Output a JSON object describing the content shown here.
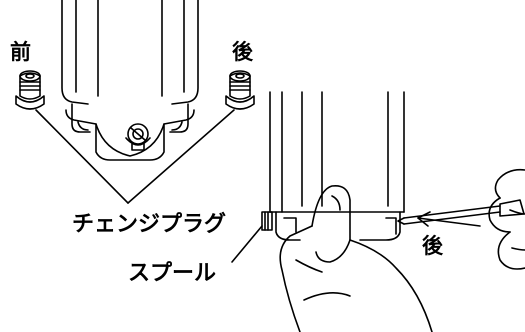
{
  "labels": {
    "front": "前",
    "rear_top": "後",
    "change_plug": "チェンジプラグ",
    "spool": "スプール",
    "rear_arrow": "後"
  },
  "colors": {
    "line": "#000000",
    "background": "#ffffff"
  }
}
